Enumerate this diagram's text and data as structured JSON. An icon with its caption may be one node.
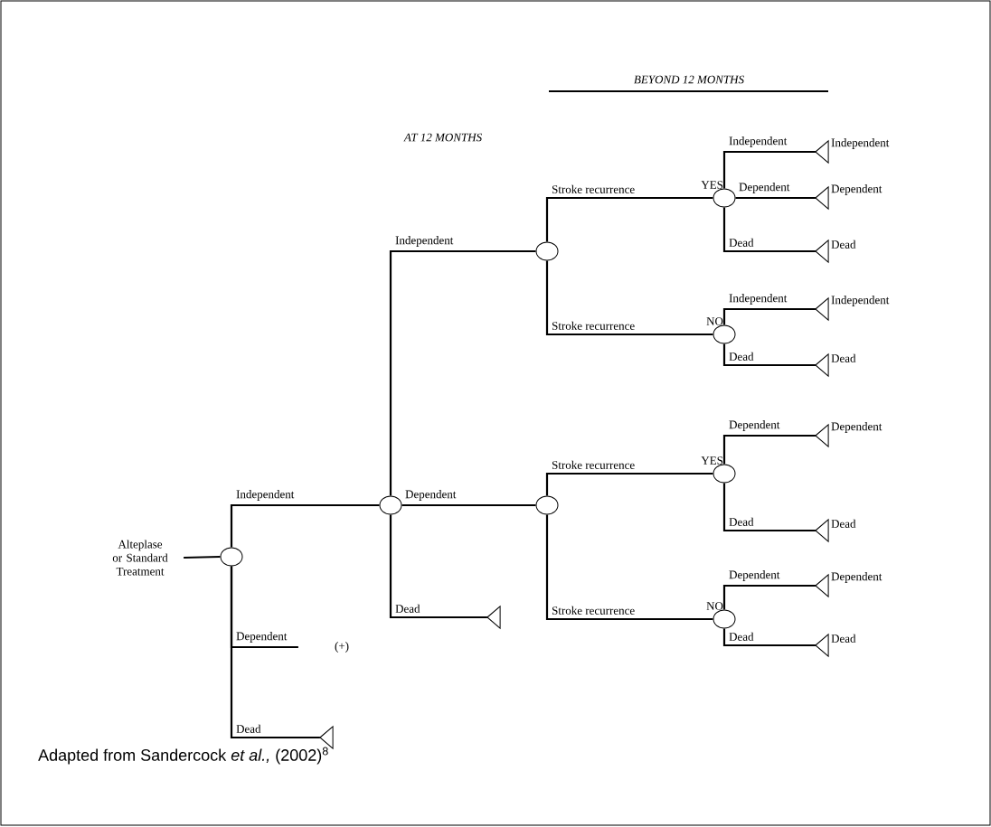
{
  "diagram": {
    "caption": "Adapted from Sandercock *et al.,* (2002)$^{8}$",
    "nodes": [
      {
        "text": [
          "Alteplase or Standard Treatment"
        ]
      },
      {
        "text": [],
        "shape": "circle"
      },
      {
        "text": [],
        "shape": "circle"
      },
      {
        "text": [
          "(+)"
        ]
      },
      {
        "text": [],
        "shape": "triangle"
      },
      {
        "text": [],
        "shape": "circle"
      },
      {
        "text": [],
        "shape": "circle"
      },
      {
        "text": [],
        "shape": "triangle"
      },
      {
        "text": [],
        "shape": "circle",
        "beside": [
          "YES"
        ]
      },
      {
        "text": [],
        "shape": "circle",
        "beside": [
          "NO"
        ]
      },
      {
        "text": [],
        "shape": "circle",
        "beside": [
          "YES"
        ]
      },
      {
        "text": [],
        "shape": "circle",
        "beside": [
          "NO"
        ]
      },
      {
        "text": [],
        "shape": "triangle",
        "beside": [
          "Independent"
        ]
      },
      {
        "text": [],
        "shape": "triangle",
        "beside": [
          "Dependent"
        ]
      },
      {
        "text": [],
        "shape": "triangle",
        "beside": [
          "Dead"
        ]
      },
      {
        "text": [],
        "shape": "triangle",
        "beside": [
          "Independent"
        ]
      },
      {
        "text": [],
        "shape": "triangle",
        "beside": [
          "Dead"
        ]
      },
      {
        "text": [],
        "shape": "triangle",
        "beside": [
          "Dependent"
        ]
      },
      {
        "text": [],
        "shape": "triangle",
        "beside": [
          "Dead"
        ]
      },
      {
        "text": [],
        "shape": "triangle",
        "beside": [
          "Dependent"
        ]
      },
      {
        "text": [],
        "shape": "triangle",
        "beside": [
          "Dead"
        ]
      }
    ],
    "edges": [
      {
        "from": 0,
        "to": 1,
        "arrow": "none"
      },
      {
        "from": 1,
        "to": 2,
        "arrow": "none",
        "label": "Independent"
      },
      {
        "from": 1,
        "to": 3,
        "arrow": "none",
        "label": "Dependent"
      },
      {
        "from": 1,
        "to": 4,
        "arrow": "none",
        "label": "Dead"
      },
      {
        "from": 2,
        "to": 5,
        "arrow": "none",
        "label": "Independent"
      },
      {
        "from": 2,
        "to": 6,
        "arrow": "none",
        "label": "Dependent"
      },
      {
        "from": 2,
        "to": 7,
        "arrow": "none",
        "label": "Dead"
      },
      {
        "from": 5,
        "to": 8,
        "arrow": "none",
        "label": "Stroke recurrence"
      },
      {
        "from": 5,
        "to": 9,
        "arrow": "none",
        "label": "Stroke recurrence"
      },
      {
        "from": 6,
        "to": 10,
        "arrow": "none",
        "label": "Stroke recurrence"
      },
      {
        "from": 6,
        "to": 11,
        "arrow": "none",
        "label": "Stroke recurrence"
      },
      {
        "from": 8,
        "to": 12,
        "arrow": "none",
        "label": "Independent"
      },
      {
        "from": 8,
        "to": 13,
        "arrow": "none",
        "label": "Dependent"
      },
      {
        "from": 8,
        "to": 14,
        "arrow": "none",
        "label": "Dead"
      },
      {
        "from": 9,
        "to": 15,
        "arrow": "none",
        "label": "Independent"
      },
      {
        "from": 9,
        "to": 16,
        "arrow": "none",
        "label": "Dead"
      },
      {
        "from": 10,
        "to": 17,
        "arrow": "none",
        "label": "Dependent"
      },
      {
        "from": 10,
        "to": 18,
        "arrow": "none",
        "label": "Dead"
      },
      {
        "from": 11,
        "to": 19,
        "arrow": "none",
        "label": "Dependent"
      },
      {
        "from": 11,
        "to": 20,
        "arrow": "none",
        "label": "Dead"
      }
    ],
    "labels": [
      "BEYOND 12 MONTHS",
      "AT 12 MONTHS"
    ]
  }
}
